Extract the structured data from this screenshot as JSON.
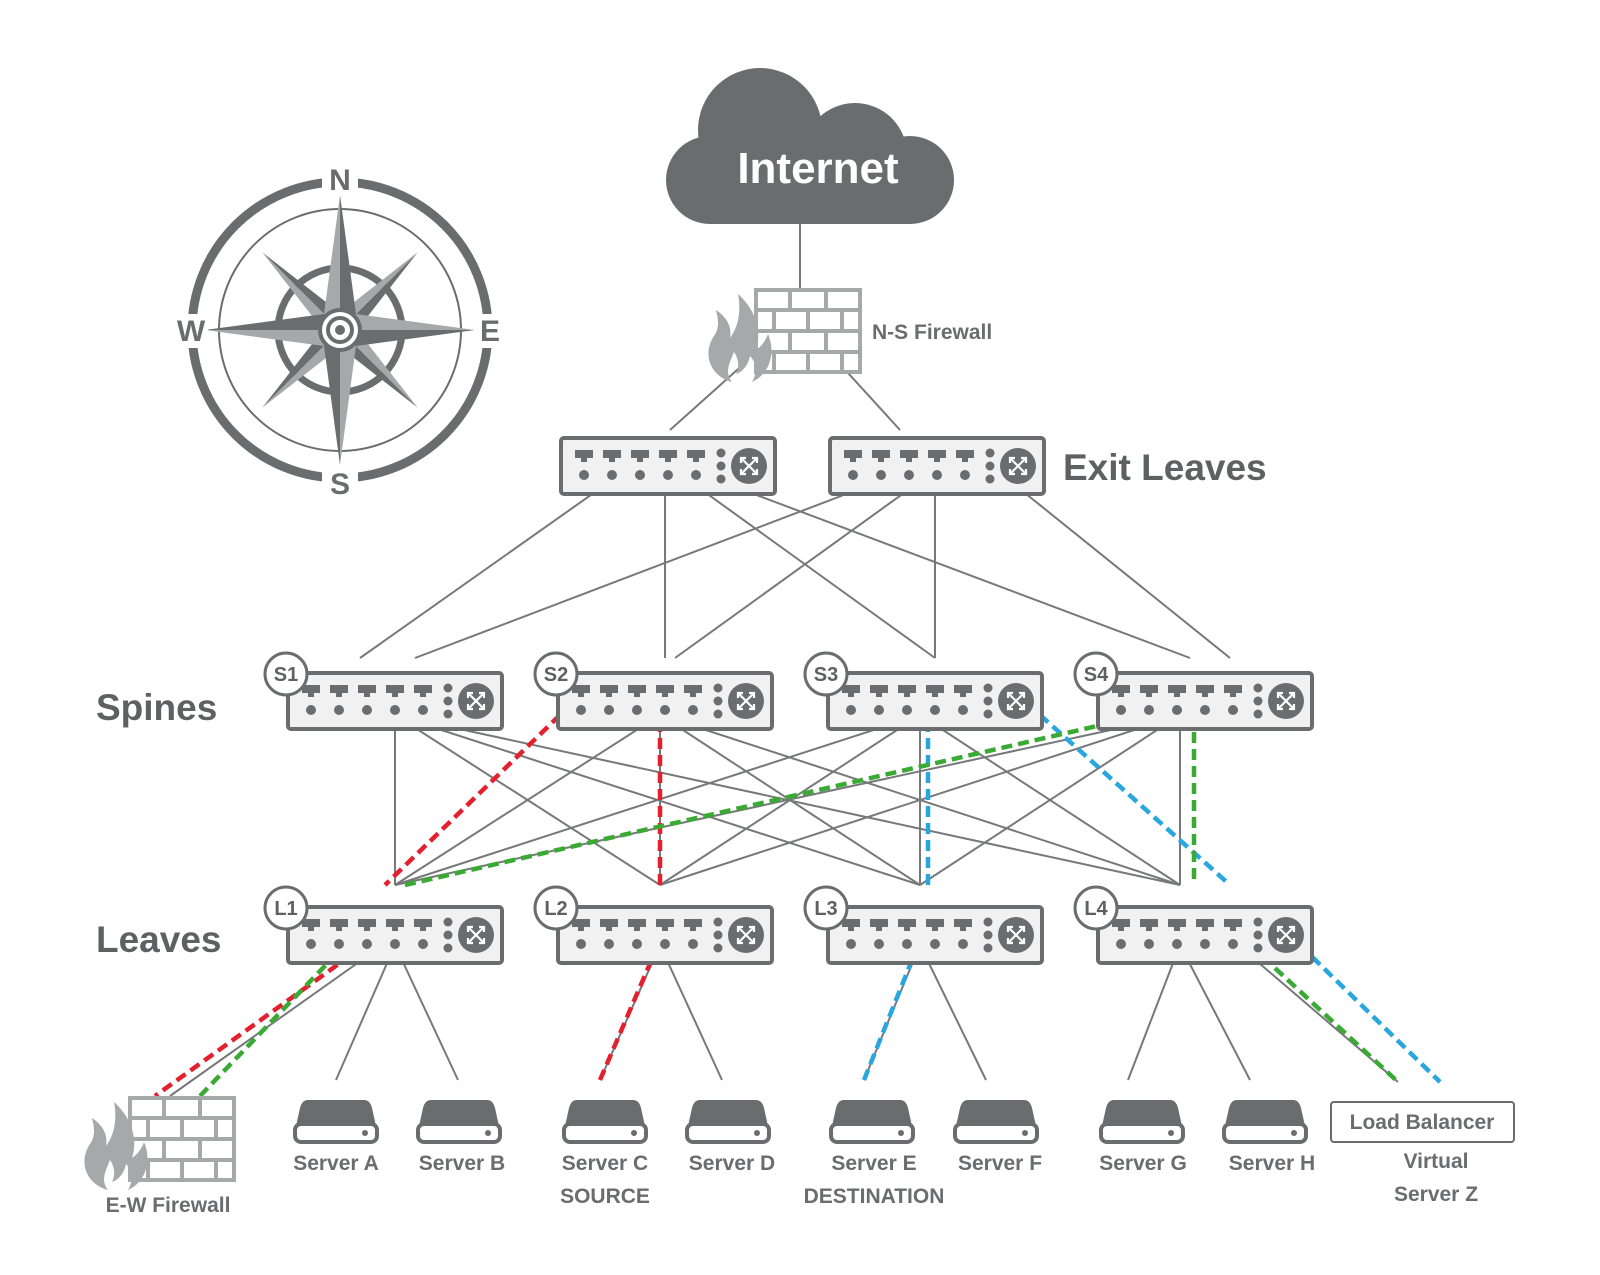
{
  "internet": {
    "label": "Internet"
  },
  "ns_firewall": {
    "label": "N-S Firewall"
  },
  "ew_firewall": {
    "label": "E-W Firewall"
  },
  "layers": {
    "exit_leaves": "Exit Leaves",
    "spines": "Spines",
    "leaves": "Leaves"
  },
  "compass": {
    "n": "N",
    "s": "S",
    "e": "E",
    "w": "W"
  },
  "spines": [
    "S1",
    "S2",
    "S3",
    "S4"
  ],
  "leaves": [
    "L1",
    "L2",
    "L3",
    "L4"
  ],
  "servers": [
    "Server A",
    "Server B",
    "Server C",
    "Server D",
    "Server E",
    "Server F",
    "Server G",
    "Server H"
  ],
  "roles": {
    "source": "SOURCE",
    "destination": "DESTINATION"
  },
  "load_balancer": {
    "label": "Load Balancer",
    "virtual_line1": "Virtual",
    "virtual_line2": "Server Z"
  },
  "colors": {
    "device_fill": "#f1f1f2",
    "device_stroke": "#6b6c6e",
    "link": "#77787b",
    "path_red": "#e5202e",
    "path_blue": "#2aa6df",
    "path_green": "#3aaa35",
    "cloud": "#6b6c6e"
  }
}
